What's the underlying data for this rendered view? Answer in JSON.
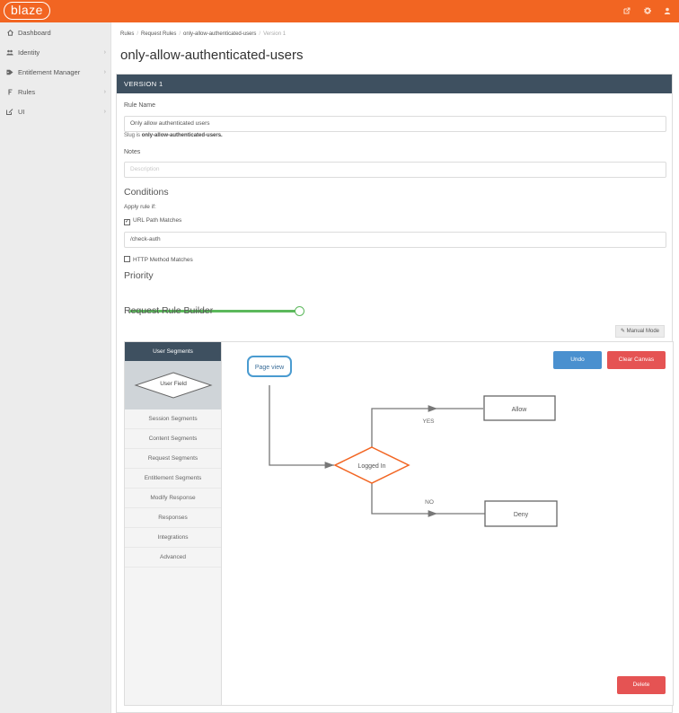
{
  "header": {
    "logo_text": "blaze",
    "icons": [
      "external-link-icon",
      "gear-icon",
      "user-icon"
    ],
    "accent_color": "#f26522"
  },
  "sidebar": {
    "items": [
      {
        "label": "Dashboard",
        "icon": "home-icon",
        "has_chevron": false
      },
      {
        "label": "Identity",
        "icon": "users-icon",
        "has_chevron": true
      },
      {
        "label": "Entitlement Manager",
        "icon": "tag-icon",
        "has_chevron": true
      },
      {
        "label": "Rules",
        "icon": "rules-icon",
        "has_chevron": true
      },
      {
        "label": "UI",
        "icon": "edit-icon",
        "has_chevron": true
      }
    ]
  },
  "breadcrumb": {
    "items": [
      "Rules",
      "Request Rules",
      "only-allow-authenticated-users"
    ],
    "current": "Version 1"
  },
  "page_title": "only-allow-authenticated-users",
  "panel": {
    "title": "VERSION 1",
    "rule_name_label": "Rule Name",
    "rule_name_value": "Only allow authenticated users",
    "slug_prefix": "Slug is",
    "slug_value": "only-allow-authenticated-users.",
    "notes_label": "Notes",
    "notes_placeholder": "Description",
    "conditions_title": "Conditions",
    "apply_rule_label": "Apply rule if:",
    "url_path_label": "URL Path Matches",
    "url_path_checked": true,
    "url_path_value": "/check-auth",
    "http_method_label": "HTTP Method Matches",
    "http_method_checked": false,
    "priority_title": "Priority",
    "priority_level_fraction": 0.9,
    "builder_title": "Request Rule Builder",
    "manual_mode_label": "Manual Mode"
  },
  "palette": {
    "header": "User Segments",
    "shape_label": "User Field",
    "items": [
      "Session Segments",
      "Content Segments",
      "Request Segments",
      "Entitlement Segments",
      "Modify Response",
      "Responses",
      "Integrations",
      "Advanced"
    ]
  },
  "canvas": {
    "undo_label": "Undo",
    "clear_label": "Clear Canvas",
    "delete_label": "Delete",
    "nodes": {
      "start": "Page view",
      "decision": "Logged In",
      "allow": "Allow",
      "deny": "Deny",
      "yes": "YES",
      "no": "NO"
    },
    "colors": {
      "start": "#4a9bd0",
      "decision": "#f26522",
      "box": "#666666",
      "line": "#777777",
      "undo": "#4a90cf",
      "clear": "#e55353",
      "delete": "#e55353"
    }
  }
}
